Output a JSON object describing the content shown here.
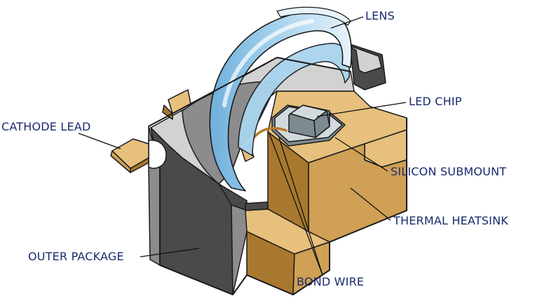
{
  "colors": {
    "label_text": "#1a2a6c",
    "leader_line": "#111111",
    "outline": "#1a1a1a",
    "package_dark": "#4a4a4c",
    "package_mid": "#8c8c8e",
    "package_light": "#d2d2d2",
    "heatsink_light": "#e6c07c",
    "heatsink_mid": "#cfa055",
    "heatsink_dark": "#a9782f",
    "lens_light": "#e8f3fb",
    "lens_mid": "#a9d4ee",
    "lens_dark": "#6fb0dc",
    "chip_top": "#d3dadd",
    "chip_side": "#7d8a90",
    "bond_wire": "#b8792e"
  },
  "labels": {
    "lens": "LENS",
    "led_chip": "LED CHIP",
    "cathode_lead": "CATHODE LEAD",
    "silicon_submount": "SILICON SUBMOUNT",
    "thermal_heatsink": "THERMAL HEATSINK",
    "outer_package": "OUTER PACKAGE",
    "bond_wire": "BOND WIRE"
  }
}
